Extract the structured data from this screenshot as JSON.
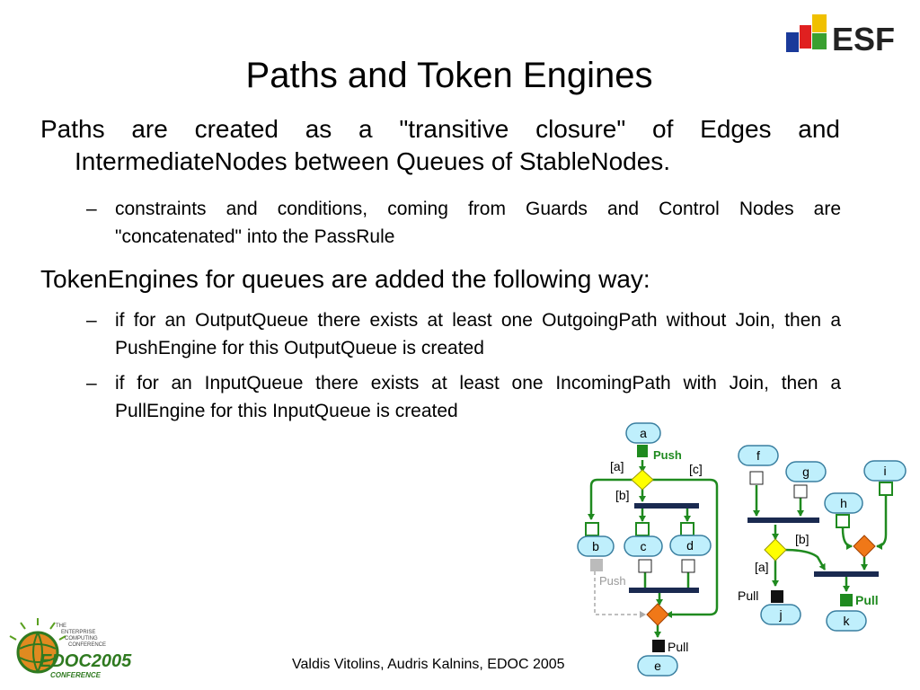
{
  "slide": {
    "title": "Paths and Token Engines",
    "para1": "Paths are created as a \"transitive closure\" of Edges and IntermediateNodes between Queues of StableNodes.",
    "para1_line1": "Paths are created as a \"transitive closure\" of Edges and",
    "para1_line2": "IntermediateNodes between Queues of StableNodes.",
    "sub1": "constraints and conditions, coming from Guards and Control Nodes are \"concatenated\" into the PassRule",
    "para2": "TokenEngines for queues are added the following way:",
    "sub2": "if for an OutputQueue there exists at least one OutgoingPath without Join, then a PushEngine for this OutputQueue is created",
    "sub3": "if for an InputQueue there exists at least one IncomingPath with Join, then a PullEngine for this InputQueue is created",
    "dash": "–",
    "footer": "Valdis Vitolins, Audris Kalnins, EDOC 2005"
  },
  "logos": {
    "esf_text": "ESF",
    "edoc_text": "EDOC2005",
    "edoc_sub": "CONFERENCE",
    "edoc_small": [
      "THE",
      "ENTERPRISE",
      "COMPUTING",
      "CONFERENCE"
    ]
  },
  "diagram": {
    "nodes": {
      "a": "a",
      "b": "b",
      "c": "c",
      "d": "d",
      "e": "e",
      "f": "f",
      "g": "g",
      "h": "h",
      "i": "i",
      "j": "j",
      "k": "k"
    },
    "labels": {
      "push_a": "Push",
      "guard_a": "[a]",
      "guard_c": "[c]",
      "guard_b": "[b]",
      "push_b": "Push",
      "pull_e": "Pull",
      "guard_b2": "[b]",
      "guard_a2": "[a]",
      "pull_j": "Pull",
      "pull_k": "Pull"
    }
  },
  "colors": {
    "node_fill": "#bfeffc",
    "node_stroke": "#3a7fa0",
    "edge_green": "#1f8a1f",
    "queue_green": "#1f8a1f",
    "decision_yellow": "#ffff00",
    "merge_orange": "#f07818",
    "bar_navy": "#1a2a50",
    "push_grey": "#9a9a9a",
    "label_green": "#1f8a1f"
  }
}
